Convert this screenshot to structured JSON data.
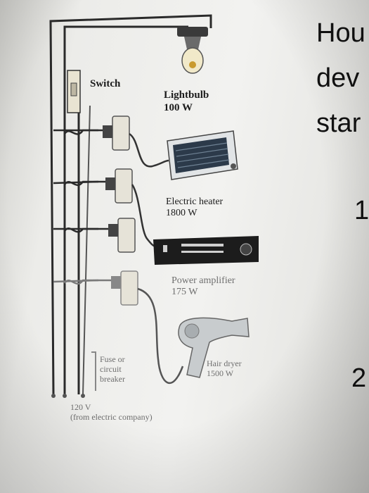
{
  "labels": {
    "switch": "Switch",
    "lightbulb_name": "Lightbulb",
    "lightbulb_power": "100 W",
    "heater_name": "Electric heater",
    "heater_power": "1800 W",
    "amp_name": "Power amplifier",
    "amp_power": "175 W",
    "dryer_name": "Hair dryer",
    "dryer_power": "1500 W",
    "fuse_line1": "Fuse or",
    "fuse_line2": "circuit",
    "fuse_line3": "breaker",
    "supply_voltage": "120 V",
    "supply_source": "(from electric company)"
  },
  "question_text": {
    "line1": "Hou",
    "line2": "dev",
    "line3": "star",
    "item1": "1",
    "item2": "2"
  },
  "colors": {
    "wire": "#2a2a2a",
    "faint_wire": "#8a8a8a",
    "heater_body": "#2c3a4a",
    "amp_body": "#1c1c1c"
  }
}
